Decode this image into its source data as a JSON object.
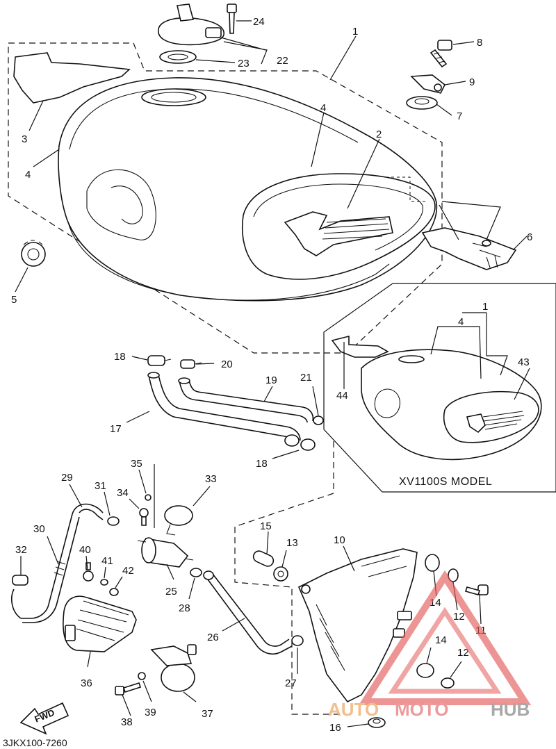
{
  "diagram": {
    "callouts": [
      "1",
      "2",
      "3",
      "4",
      "4",
      "5",
      "6",
      "7",
      "8",
      "9",
      "1",
      "4",
      "43",
      "44",
      "18",
      "19",
      "20",
      "17",
      "21",
      "18",
      "29",
      "35",
      "33",
      "31",
      "34",
      "30",
      "32",
      "40",
      "41",
      "42",
      "25",
      "28",
      "26",
      "15",
      "13",
      "10",
      "14",
      "12",
      "11",
      "14",
      "12",
      "36",
      "37",
      "38",
      "39",
      "27",
      "16",
      "22",
      "23",
      "24"
    ],
    "model_label": "XV1100S MODEL",
    "arrow_label": "FWD",
    "diagram_code": "3JKX100-7260"
  },
  "watermark": {
    "auto": "AUTO",
    "moto": "MOTO",
    "hub": "HUB",
    "colors": {
      "auto": "#f0b37a",
      "moto": "#e88a8a",
      "hub": "#9a9a9a",
      "triangle": "#e35a5a"
    }
  }
}
